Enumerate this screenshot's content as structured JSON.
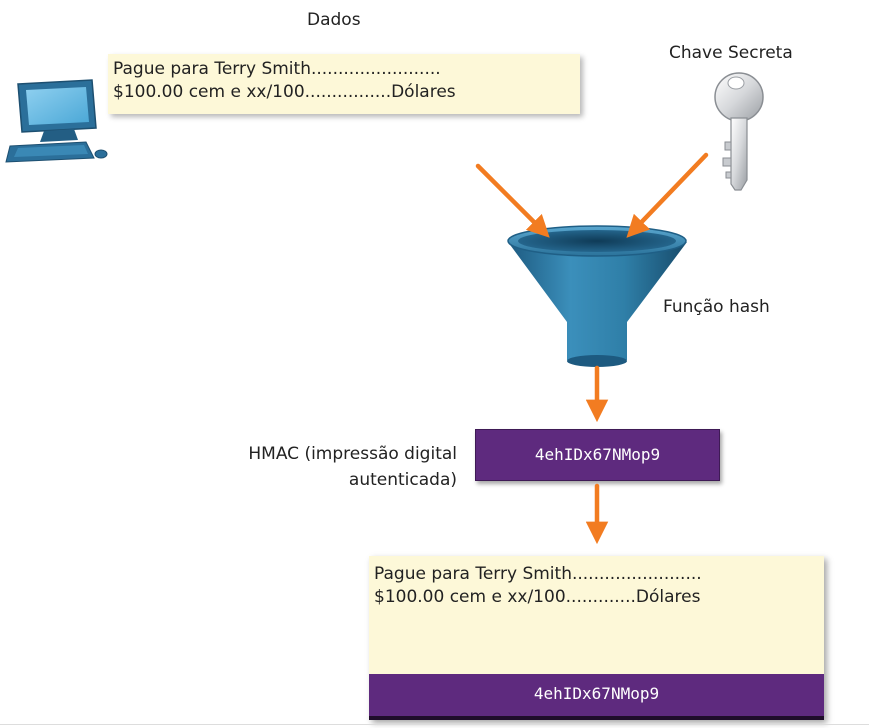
{
  "labels": {
    "data": "Dados",
    "secret_key": "Chave Secreta",
    "hash_function": "Função hash",
    "hmac_line1": "HMAC (impressão digital",
    "hmac_line2": "autenticada)"
  },
  "message": {
    "line1": "Pague para Terry Smith........................",
    "line2": "$100.00 cem e xx/100................Dólares"
  },
  "output_message": {
    "line1": "Pague para Terry Smith........................",
    "line2": "$100.00 cem e xx/100.............Dólares",
    "hmac_footer": "4ehIDx67NMop9"
  },
  "hmac": {
    "value": "4ehIDx67NMop9"
  },
  "colors": {
    "note_fill": "#fdf8d8",
    "hmac_fill": "#5e2a7e",
    "arrow": "#f27c21",
    "funnel": "#2f7fa8",
    "computer": "#2b6f9a"
  },
  "icons": {
    "computer": "computer-icon",
    "key": "key-icon",
    "funnel": "funnel-icon"
  }
}
